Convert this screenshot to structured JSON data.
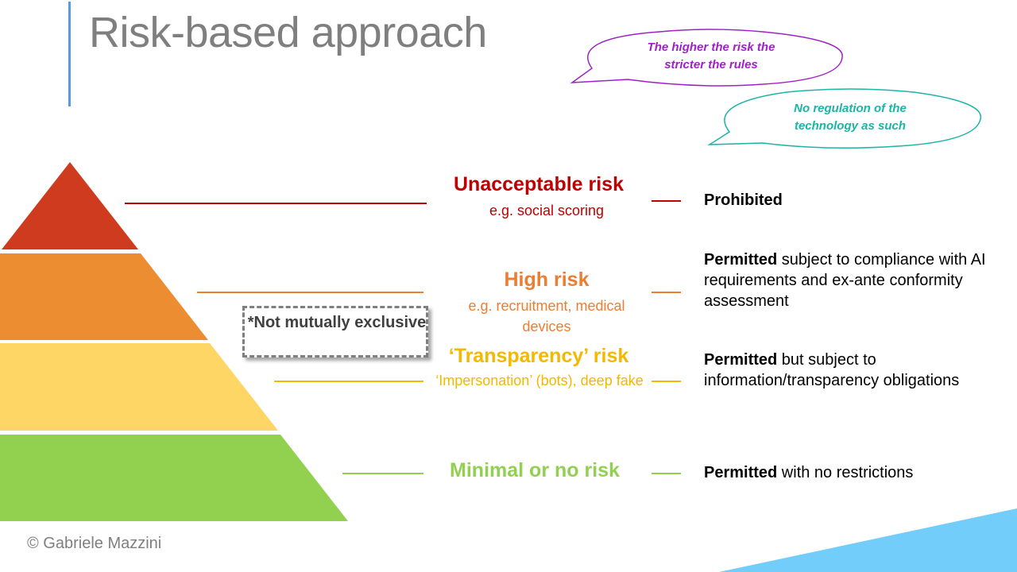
{
  "slide": {
    "title": "Risk-based approach"
  },
  "bubbles": {
    "rules": {
      "line1": "The higher the risk the",
      "line2": "stricter the rules",
      "color": "#a020c8"
    },
    "technology": {
      "line1": "No regulation of the",
      "line2": "technology as such",
      "color": "#1ab5a6"
    }
  },
  "levels": {
    "unacceptable": {
      "title": "Unacceptable risk",
      "example": "e.g. social scoring",
      "outcome_bold": "Prohibited",
      "outcome_rest": "",
      "color": "#c00000",
      "fill": "#cf3b1e"
    },
    "high": {
      "title": "High risk",
      "example": "e.g. recruitment, medical devices",
      "outcome_bold": "Permitted",
      "outcome_rest": " subject to compliance with AI requirements and ex-ante conformity assessment",
      "color": "#ed7d31",
      "fill": "#ed8d31"
    },
    "transparency": {
      "title": "‘Transparency’ risk",
      "example": "‘Impersonation’ (bots), deep fake",
      "outcome_bold": "Permitted",
      "outcome_rest": " but subject to information/transparency obligations",
      "color": "#f4b800",
      "fill": "#fdd666"
    },
    "minimal": {
      "title": "Minimal or no risk",
      "outcome_bold": "Permitted",
      "outcome_rest": " with no restrictions",
      "color": "#92d050",
      "fill": "#92d050"
    }
  },
  "note": {
    "text": "*Not mutually exclusive"
  },
  "footer": {
    "copyright": "© Gabriele Mazzini"
  },
  "colors": {
    "title_bar": "#5b9bd5",
    "corner_shape": "#72cdfb"
  }
}
